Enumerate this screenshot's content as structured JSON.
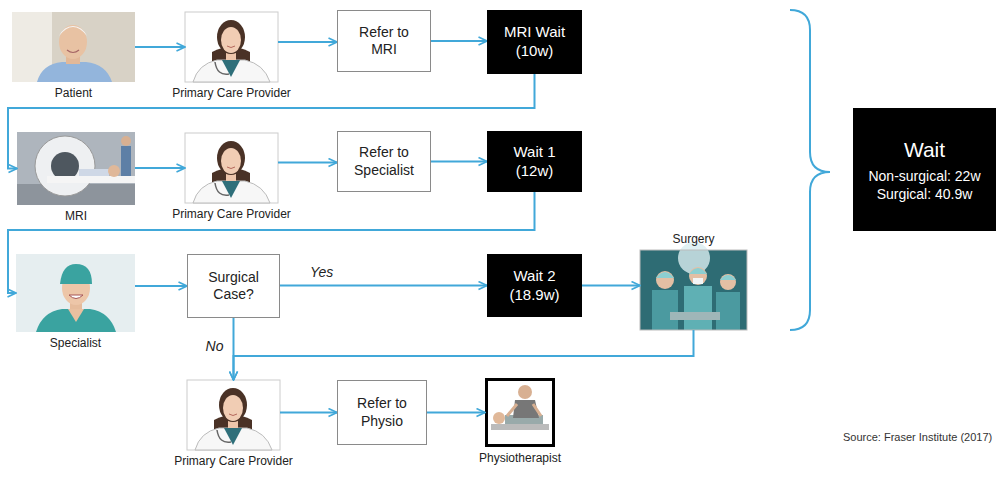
{
  "diagram": {
    "nodes": [
      {
        "text": [
          "Patient"
        ]
      },
      {
        "text": [
          "Primary Care Provider"
        ]
      },
      {
        "text": [
          "Refer to MRI"
        ]
      },
      {
        "text": [
          "MRI Wait (10w)"
        ]
      },
      {
        "text": [
          "MRI"
        ]
      },
      {
        "text": [
          "Primary Care Provider"
        ]
      },
      {
        "text": [
          "Refer to Specialist"
        ]
      },
      {
        "text": [
          "Wait 1 (12w)"
        ]
      },
      {
        "text": [
          "Specialist"
        ]
      },
      {
        "text": [
          "Surgical Case?"
        ]
      },
      {
        "text": [
          "Wait 2 (18.9w)"
        ]
      },
      {
        "text": [
          "Surgery"
        ]
      },
      {
        "text": [
          "Primary Care Provider"
        ]
      },
      {
        "text": [
          "Refer to Physio"
        ]
      },
      {
        "text": [
          "Physiotherapist"
        ]
      },
      {
        "text": [
          "Wait",
          "Non-surgical: 22w",
          "Surgical: 40.9w"
        ]
      }
    ],
    "edges": [
      {
        "from": 0,
        "to": 1,
        "arrow": "to"
      },
      {
        "from": 1,
        "to": 2,
        "arrow": "to"
      },
      {
        "from": 2,
        "to": 3,
        "arrow": "to"
      },
      {
        "from": 3,
        "to": 4,
        "arrow": "to"
      },
      {
        "from": 4,
        "to": 5,
        "arrow": "to"
      },
      {
        "from": 5,
        "to": 6,
        "arrow": "to"
      },
      {
        "from": 6,
        "to": 7,
        "arrow": "to"
      },
      {
        "from": 7,
        "to": 8,
        "arrow": "to"
      },
      {
        "from": 8,
        "to": 9,
        "arrow": "to"
      },
      {
        "from": 9,
        "to": 10,
        "label": "Yes",
        "arrow": "to"
      },
      {
        "from": 10,
        "to": 11,
        "arrow": "to"
      },
      {
        "from": 9,
        "to": 12,
        "label": "No",
        "arrow": "to"
      },
      {
        "from": 11,
        "to": 12,
        "arrow": "to"
      },
      {
        "from": 12,
        "to": 13,
        "arrow": "to"
      },
      {
        "from": 13,
        "to": 14,
        "arrow": "to"
      }
    ],
    "labels": [
      "Source: Fraser Institute (2017)"
    ]
  }
}
